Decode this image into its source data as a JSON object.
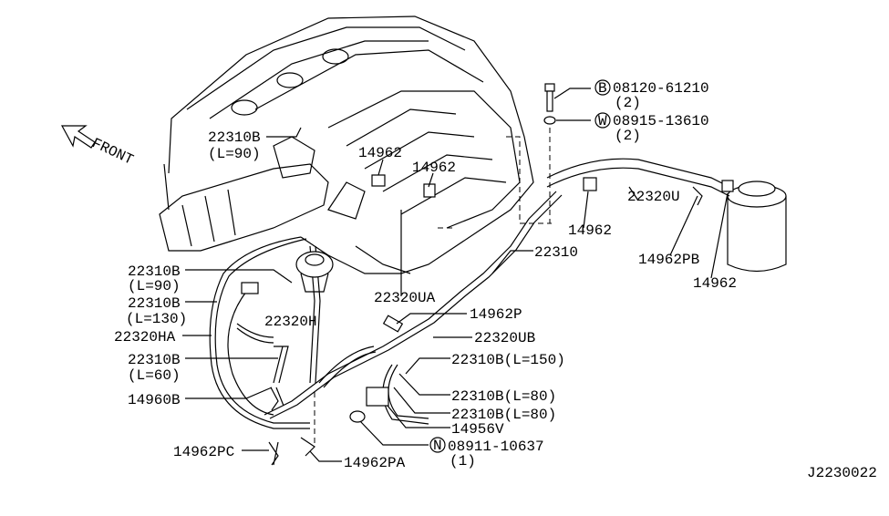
{
  "front_label": "FRONT",
  "labels": {
    "top_22310b": "22310B",
    "top_22310b_len": "(L=90)",
    "p14962_a": "14962",
    "p14962_b": "14962",
    "bolt_code": "B",
    "bolt_part": "08120-61210",
    "bolt_qty": "(2)",
    "washer_code": "W",
    "washer_part": "08915-13610",
    "washer_qty": "(2)",
    "p22320u": "22320U",
    "p14962_c": "14962",
    "p14962pb": "14962PB",
    "p14962_d": "14962",
    "p22310": "22310",
    "l_22310b_90": "22310B",
    "l_22310b_90_len": "(L=90)",
    "l_22310b_130": "22310B",
    "l_22310b_130_len": "(L=130)",
    "p22320h": "22320H",
    "p22320ha": "22320HA",
    "l_22310b_60": "22310B",
    "l_22310b_60_len": "(L=60)",
    "p14960b": "14960B",
    "p22320ua": "22320UA",
    "p14962p": "14962P",
    "p22320ub": "22320UB",
    "r_22310b_150": "22310B(L=150)",
    "r_22310b_80a": "22310B(L=80)",
    "r_22310b_80b": "22310B(L=80)",
    "p14956v": "14956V",
    "nut_code": "N",
    "nut_part": "08911-10637",
    "nut_qty": "(1)",
    "p14962pc": "14962PC",
    "p14962pa": "14962PA"
  },
  "diagram_id": "J2230022"
}
